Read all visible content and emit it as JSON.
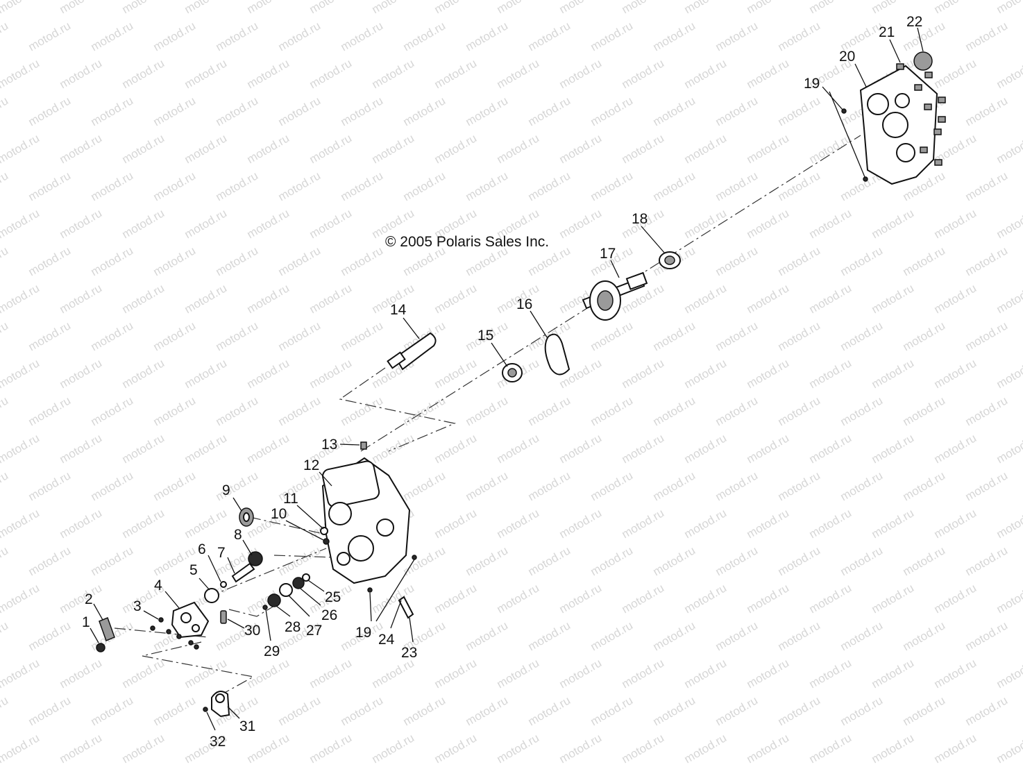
{
  "copyright": "© 2005 Polaris Sales Inc.",
  "watermark": "motod.ru",
  "colors": {
    "ink": "#111111",
    "watermark": "#d6d6d6",
    "background": "#ffffff"
  },
  "callouts": [
    "1",
    "2",
    "3",
    "4",
    "5",
    "6",
    "7",
    "8",
    "9",
    "10",
    "11",
    "12",
    "13",
    "14",
    "15",
    "16",
    "17",
    "18",
    "19",
    "19",
    "20",
    "21",
    "22",
    "23",
    "24",
    "25",
    "26",
    "27",
    "28",
    "29",
    "30",
    "31",
    "32"
  ]
}
